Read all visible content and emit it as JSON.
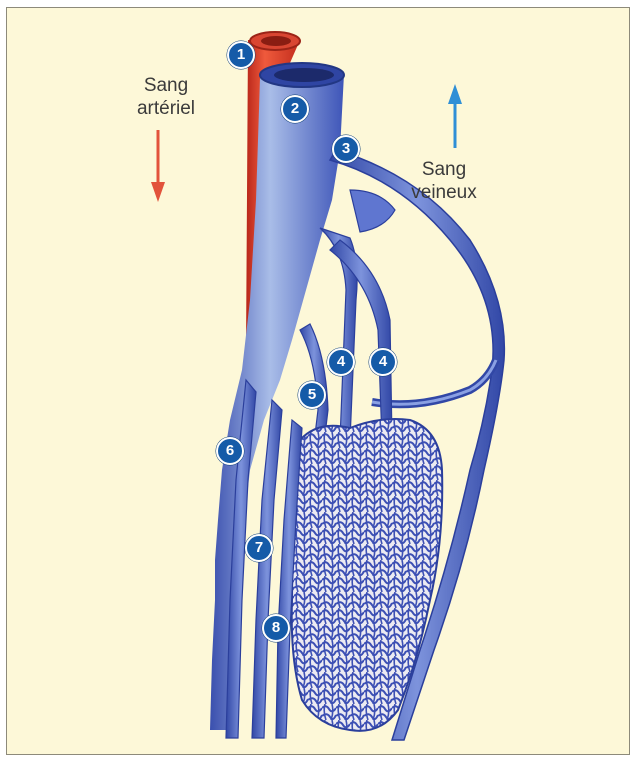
{
  "labels": {
    "arterial": [
      "Sang",
      "artériel"
    ],
    "venous": [
      "Sang",
      "veineux"
    ]
  },
  "colors": {
    "frame_background": "#fdf8d8",
    "artery_red": "#e0402b",
    "vein_blue": "#4a62c8",
    "badge_blue": "#155ba8",
    "arrow_arterial": "#e2533b",
    "arrow_venous": "#2f8fd6"
  },
  "markers": [
    {
      "id": "marker-1",
      "number": "1"
    },
    {
      "id": "marker-2",
      "number": "2"
    },
    {
      "id": "marker-3",
      "number": "3"
    },
    {
      "id": "marker-4a",
      "number": "4"
    },
    {
      "id": "marker-4b",
      "number": "4"
    },
    {
      "id": "marker-5",
      "number": "5"
    },
    {
      "id": "marker-6",
      "number": "6"
    },
    {
      "id": "marker-7",
      "number": "7"
    },
    {
      "id": "marker-8",
      "number": "8"
    }
  ]
}
